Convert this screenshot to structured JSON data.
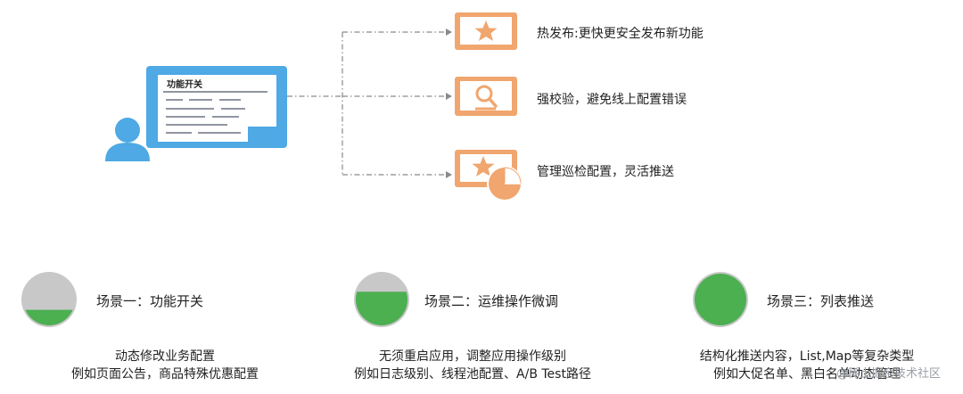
{
  "diagram": {
    "screen_title": "功能开关",
    "features": [
      {
        "icon": "star-monitor-icon",
        "text": "热发布:更快更安全发布新功能"
      },
      {
        "icon": "magnifier-monitor-icon",
        "text": "强校验，避免线上配置错误"
      },
      {
        "icon": "star-monitor-pie-icon",
        "text": "管理巡检配置，灵活推送"
      }
    ],
    "colors": {
      "blue": "#4ea9e4",
      "orange": "#f0a66e",
      "green": "#4caf50",
      "gray": "#c8c8c8"
    }
  },
  "scenes": [
    {
      "label": "场景一：功能开关",
      "desc_line1": "动态修改业务配置",
      "desc_line2": "例如页面公告，商品特殊优惠配置",
      "fill_level": 0.3
    },
    {
      "label": "场景二：运维操作微调",
      "desc_line1": "无须重启应用，调整应用操作级别",
      "desc_line2": "例如日志级别、线程池配置、A/B Test路径",
      "fill_level": 0.65
    },
    {
      "label": "场景三：列表推送",
      "desc_line1": "结构化推送内容，List,Map等复杂类型",
      "desc_line2": "例如大促名单、黑白名单动态管理",
      "fill_level": 1.0
    }
  ],
  "watermark": "@稀土掘金技术社区"
}
